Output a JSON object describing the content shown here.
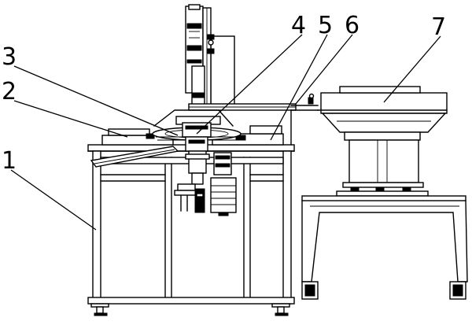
{
  "labels": [
    "1",
    "2",
    "3",
    "4",
    "5",
    "6",
    "7"
  ]
}
